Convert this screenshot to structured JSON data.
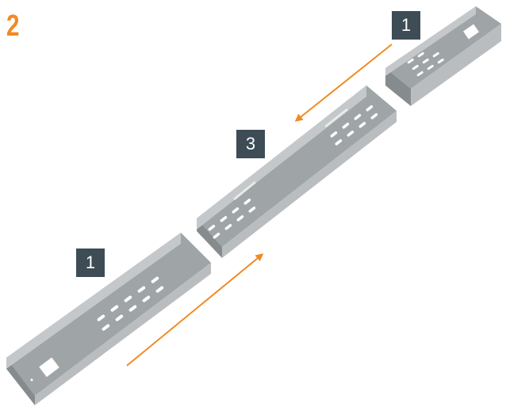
{
  "step_number": "2",
  "badges": {
    "top": "1",
    "middle": "3",
    "bottom": "1"
  },
  "colors": {
    "accent": "#f08a24",
    "badge_bg": "#3d4c55",
    "tray_metal": "#a9adb0"
  }
}
